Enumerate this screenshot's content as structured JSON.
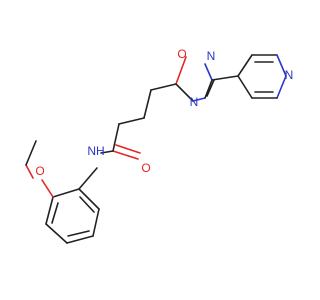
{
  "molecule": {
    "atom_labels": {
      "ring_o": "O",
      "ring_n_top": "N",
      "ring_n_bottom": "N",
      "pyridine_n": "N",
      "amide_o": "O",
      "amide_nh": "NH",
      "ether_o": "O"
    },
    "colors": {
      "carbon_bond": "#222222",
      "nitrogen": "#2c36c8",
      "oxygen": "#e32626",
      "background": "#ffffff"
    }
  }
}
